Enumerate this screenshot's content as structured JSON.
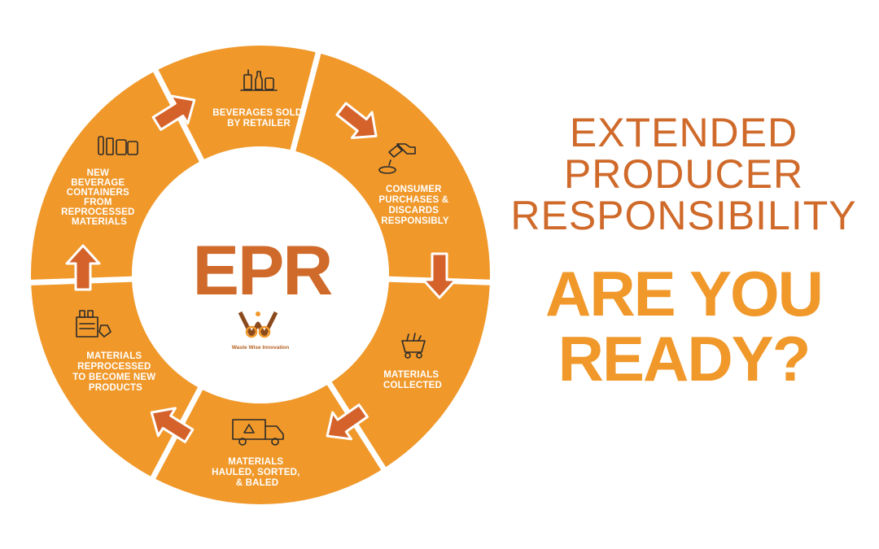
{
  "diagram": {
    "center_title": "EPR",
    "logo_text": "Waste Wise Innovation",
    "steps": [
      {
        "icon": "beverages-icon",
        "lines": [
          "BEVERAGES SOLD",
          "BY RETAILER"
        ]
      },
      {
        "icon": "consumer-discard-icon",
        "lines": [
          "CONSUMER",
          "PURCHASES &",
          "DISCARDS",
          "RESPONSIBLY"
        ]
      },
      {
        "icon": "collection-cart-icon",
        "lines": [
          "MATERIALS",
          "COLLECTED"
        ]
      },
      {
        "icon": "recycling-truck-icon",
        "lines": [
          "MATERIALS",
          "HAULED, SORTED,",
          "& BALED"
        ]
      },
      {
        "icon": "factory-icon",
        "lines": [
          "MATERIALS",
          "REPROCESSED",
          "TO BECOME NEW",
          "PRODUCTS"
        ]
      },
      {
        "icon": "containers-icon",
        "lines": [
          "NEW",
          "BEVERAGE",
          "CONTAINERS",
          "FROM",
          "REPROCESSED",
          "MATERIALS"
        ]
      }
    ],
    "colors": {
      "ring": "#f0982a",
      "arrow": "#d4622a",
      "epr": "#cf6a2a"
    }
  },
  "headline": {
    "lines": [
      "EXTENDED",
      "PRODUCER",
      "RESPONSIBILITY"
    ],
    "cta_lines": [
      "ARE YOU",
      "READY?"
    ]
  }
}
